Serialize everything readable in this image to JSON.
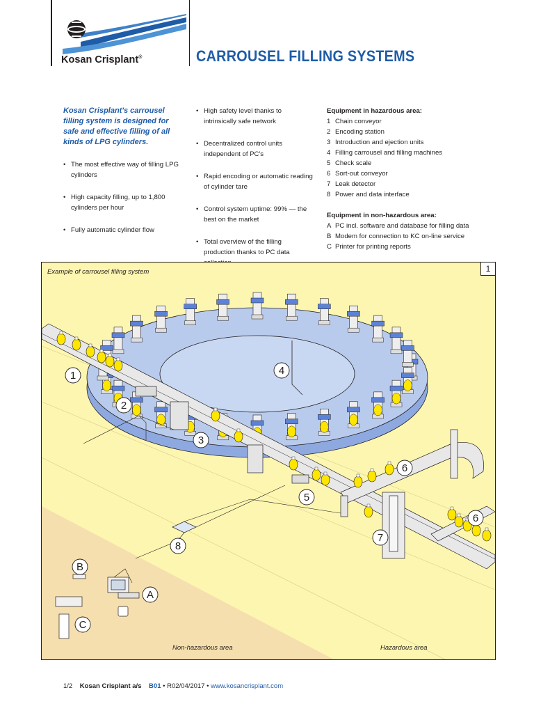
{
  "header": {
    "brand": "Kosan Crisplant",
    "title": "CARROUSEL FILLING SYSTEMS"
  },
  "col1": {
    "intro": "Kosan Crisplant's carrousel filling system is designed for safe and effective filling of all kinds of LPG cylinders.",
    "bullets": [
      "The most effective way of filling LPG cylinders",
      "High capacity filling, up to 1,800 cylinders per hour",
      "Fully automatic cylinder flow"
    ]
  },
  "col2": {
    "bullets": [
      "High safety level thanks to intrinsically safe network",
      "Decentralized control units independent of PC's",
      "Rapid encoding or automatic reading of cylinder tare",
      "Control system uptime: 99% — the best on the market",
      "Total overview of the filling production thanks to PC data collection"
    ]
  },
  "col3": {
    "hazardous_heading": "Equipment in hazardous area:",
    "hazardous_items": [
      {
        "key": "1",
        "label": "Chain conveyor"
      },
      {
        "key": "2",
        "label": "Encoding station"
      },
      {
        "key": "3",
        "label": "Introduction and ejection units"
      },
      {
        "key": "4",
        "label": "Filling carrousel and filling machines"
      },
      {
        "key": "5",
        "label": "Check scale"
      },
      {
        "key": "6",
        "label": "Sort-out conveyor"
      },
      {
        "key": "7",
        "label": "Leak detector"
      },
      {
        "key": "8",
        "label": "Power and data interface"
      }
    ],
    "nonhazardous_heading": "Equipment in non-hazardous area:",
    "nonhazardous_items": [
      {
        "key": "A",
        "label": "PC incl. software and database for filling data"
      },
      {
        "key": "B",
        "label": "Modem for connection to KC on-line service"
      },
      {
        "key": "C",
        "label": "Printer for printing reports"
      }
    ]
  },
  "diagram": {
    "caption": "Example of carrousel filling system",
    "figure_number": "1",
    "callouts": [
      "1",
      "2",
      "3",
      "4",
      "5",
      "6",
      "6",
      "7",
      "8",
      "A",
      "B",
      "C"
    ],
    "non_hazardous_label": "Non-hazardous area",
    "hazardous_label": "Hazardous area",
    "colors": {
      "hazard_bg": "#fdf6b0",
      "safe_bg": "#f6dfae",
      "carrousel_blue": "#b9cbec",
      "cylinder_yellow": "#ffe600",
      "machine_blue": "#5b82d6"
    }
  },
  "footer": {
    "page": "1/2",
    "company": "Kosan Crisplant a/s",
    "code": "B01",
    "revision": "• R02/04/2017 •",
    "url": "www.kosancrisplant.com"
  }
}
